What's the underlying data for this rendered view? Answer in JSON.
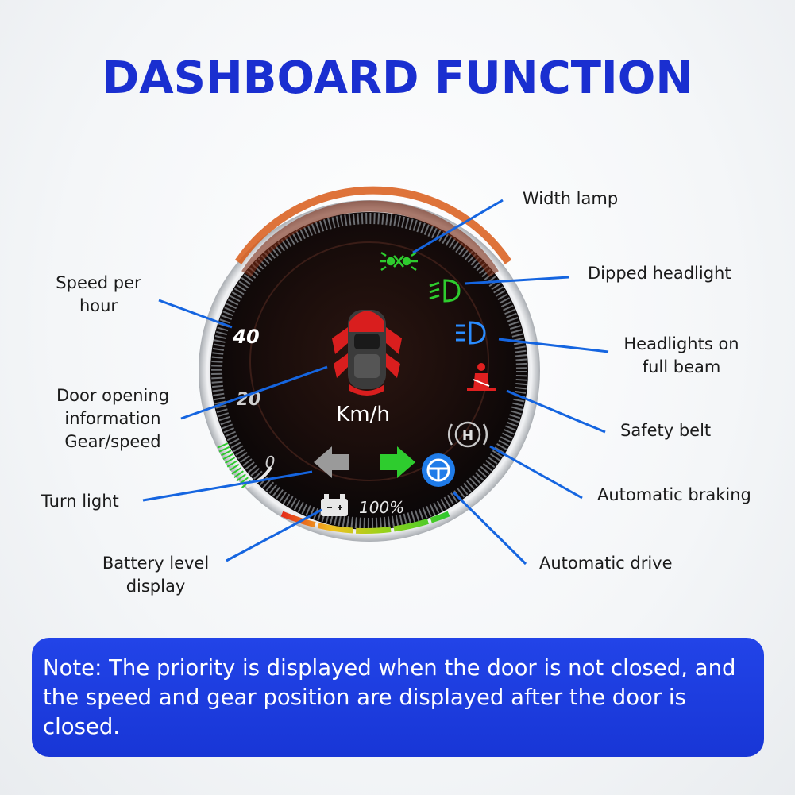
{
  "title": "DASHBOARD FUNCTION",
  "labels": {
    "width_lamp": "Width lamp",
    "dipped_headlight": "Dipped headlight",
    "full_beam_1": "Headlights on",
    "full_beam_2": "full beam",
    "safety_belt": "Safety belt",
    "automatic_braking": "Automatic braking",
    "automatic_drive": "Automatic drive",
    "speed_1": "Speed per",
    "speed_2": "hour",
    "door_1": "Door opening",
    "door_2": "information",
    "door_3": "Gear/speed",
    "turn_light": "Turn light",
    "battery_1": "Battery level",
    "battery_2": "display"
  },
  "gauge": {
    "tick_40": "40",
    "tick_20": "20",
    "tick_0": "0",
    "unit": "Km/h",
    "battery_percent": "100%",
    "brake_letter": "H"
  },
  "icons": [
    "width-lamp-icon",
    "dipped-headlight-icon",
    "full-beam-icon",
    "seatbelt-icon",
    "parking-brake-icon",
    "steering-wheel-icon",
    "left-arrow-icon",
    "right-arrow-icon",
    "battery-icon",
    "car-top-view-icon"
  ],
  "colors": {
    "title": "#1a2fd0",
    "callout_line": "#1565e0",
    "note_background": "#1a3ad8",
    "green_indicator": "#2ecc2e",
    "blue_indicator": "#2a8cff",
    "red_indicator": "#e02020"
  },
  "note": "Note: The priority is displayed when the door is not closed, and the speed and gear position are displayed after the door is closed."
}
